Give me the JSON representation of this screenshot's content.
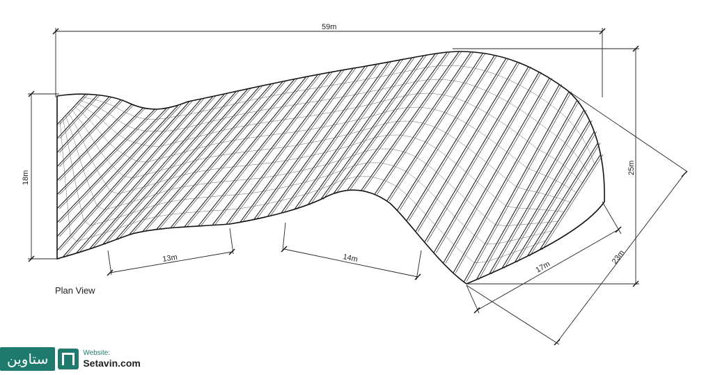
{
  "dimensions": {
    "top_width": "59m",
    "left_height": "18m",
    "bottom_left": "13m",
    "bottom_middle": "14m",
    "right_height": "25m",
    "right_diag_short": "17m",
    "right_diag_long": "23m"
  },
  "caption": "Plan View",
  "logo": {
    "persian": "ستاوین",
    "website_label": "Website:",
    "website": "Setavin.com"
  },
  "colors": {
    "line": "#111111",
    "mesh": "#333333",
    "brand": "#1f7a6e"
  }
}
